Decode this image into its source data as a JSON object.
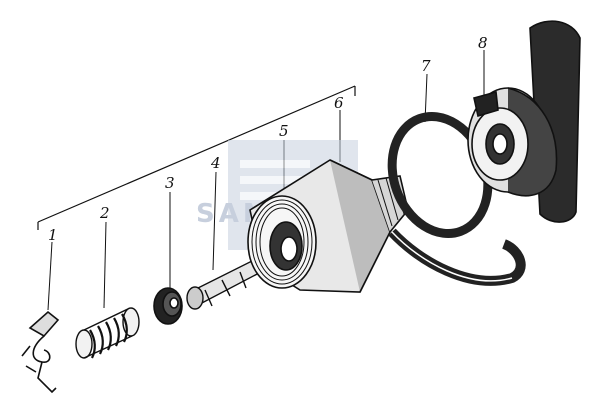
{
  "figure": {
    "callouts": [
      {
        "id": "1",
        "label": "1"
      },
      {
        "id": "2",
        "label": "2"
      },
      {
        "id": "3",
        "label": "3"
      },
      {
        "id": "4",
        "label": "4"
      },
      {
        "id": "5",
        "label": "5"
      },
      {
        "id": "6",
        "label": "6"
      },
      {
        "id": "7",
        "label": "7"
      },
      {
        "id": "8",
        "label": "8"
      }
    ],
    "watermark_text": "SAMZ",
    "colors": {
      "ink": "#111111",
      "watermark": "#9aa9c2",
      "background": "#ffffff"
    }
  }
}
